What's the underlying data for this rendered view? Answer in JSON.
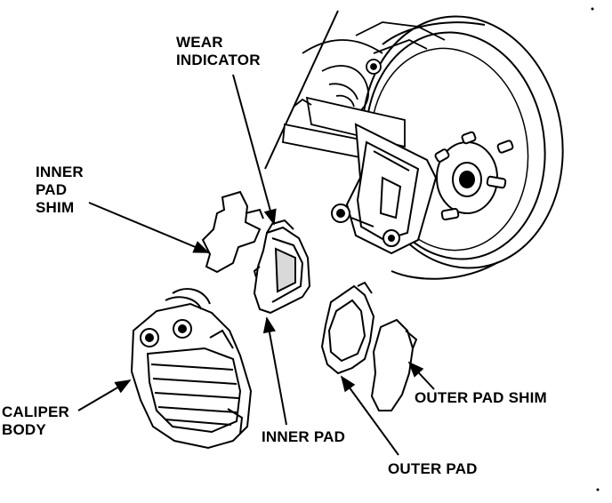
{
  "diagram": {
    "colors": {
      "ink": "#000000",
      "paper": "#ffffff",
      "shade": "#d9d9d9"
    },
    "labels": {
      "wear_indicator": [
        "WEAR",
        "INDICATOR"
      ],
      "inner_pad_shim": [
        "INNER",
        "PAD",
        "SHIM"
      ],
      "caliper_body": [
        "CALIPER",
        "BODY"
      ],
      "inner_pad": "INNER PAD",
      "outer_pad_shim": "OUTER PAD SHIM",
      "outer_pad": "OUTER PAD"
    }
  }
}
